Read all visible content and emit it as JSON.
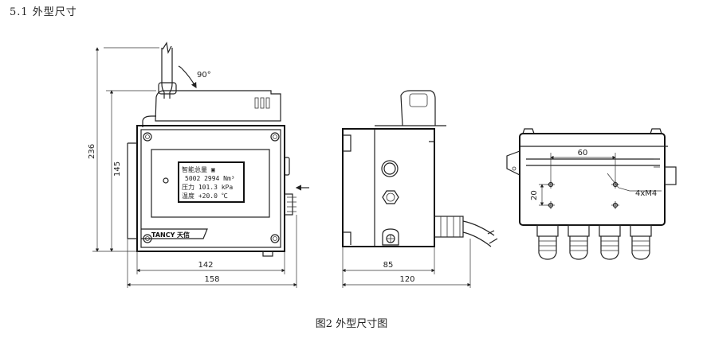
{
  "section_title": "5.1 外型尺寸",
  "caption": "图2  外型尺寸图",
  "front_view": {
    "rotation_label": "90°",
    "dim_height_total": "236",
    "dim_height_body": "145",
    "dim_width_body": "142",
    "dim_width_total": "158",
    "brand": "TANCY",
    "brand_cn": "天信",
    "lcd_lines": [
      "智能总量  ▣",
      "5002 2994 Nm³",
      "压力  101.3 kPa",
      "温度  +20.0  ℃"
    ]
  },
  "side_view": {
    "dim_depth_body": "85",
    "dim_depth_total": "120"
  },
  "bottom_view": {
    "dim_hole_spacing_x": "60",
    "dim_hole_spacing_y": "20",
    "hole_label": "4xM4"
  }
}
